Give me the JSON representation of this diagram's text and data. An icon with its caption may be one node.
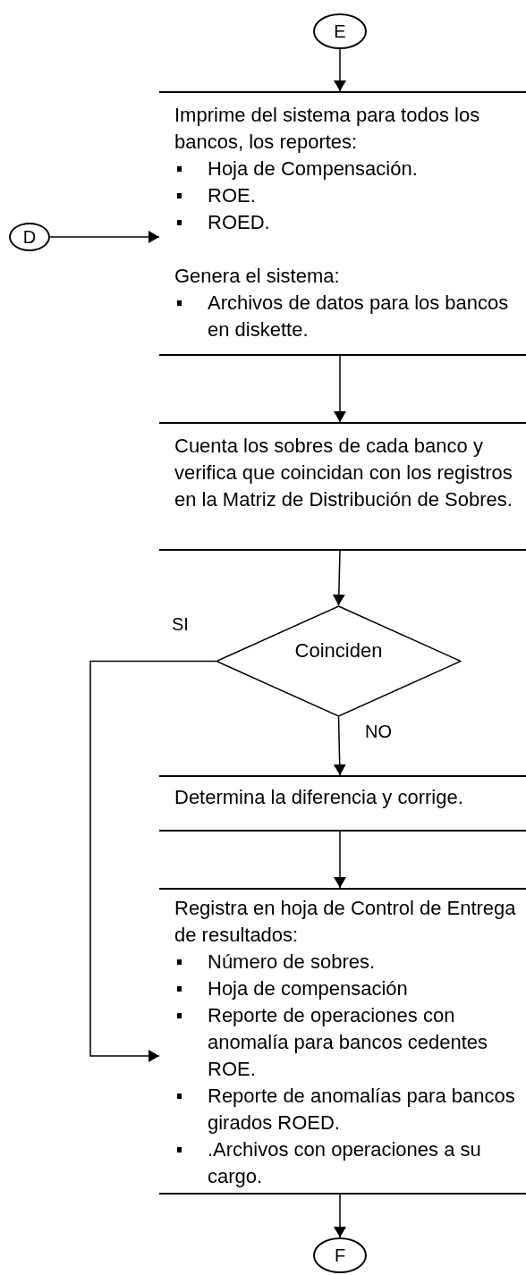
{
  "diagram": {
    "nodes": [
      {
        "text": [
          "E"
        ]
      },
      {
        "text": [
          "Imprime del sistema para todos los bancos, los reportes:",
          "Hoja de Compensación.",
          "ROE.",
          "ROED.",
          "Genera el sistema:",
          "Archivos de datos para los bancos en diskette."
        ]
      },
      {
        "text": [
          "D"
        ]
      },
      {
        "text": [
          "Cuenta los sobres de cada banco y verifica que coincidan con los registros en la Matriz de Distribución de Sobres."
        ]
      },
      {
        "text": [
          "Coinciden"
        ]
      },
      {
        "text": [
          "Determina la diferencia y corrige."
        ]
      },
      {
        "text": [
          "Registra en hoja de Control de Entrega de resultados:",
          "Número de sobres.",
          "Hoja de compensación",
          "Reporte de operaciones con anomalía para bancos cedentes ROE.",
          "Reporte de anomalías para bancos girados ROED.",
          ".Archivos con operaciones a su cargo."
        ]
      },
      {
        "text": [
          "F"
        ]
      }
    ],
    "edges": [
      {
        "from": 0,
        "to": 1,
        "arrow": "to"
      },
      {
        "from": 2,
        "to": 1,
        "arrow": "to"
      },
      {
        "from": 1,
        "to": 3,
        "arrow": "to"
      },
      {
        "from": 3,
        "to": 4,
        "arrow": "to"
      },
      {
        "from": 4,
        "to": 5,
        "arrow": "to",
        "label": "NO"
      },
      {
        "from": 4,
        "to": 6,
        "arrow": "to",
        "label": "SI"
      },
      {
        "from": 5,
        "to": 6,
        "arrow": "to"
      },
      {
        "from": 6,
        "to": 7,
        "arrow": "to"
      }
    ]
  }
}
